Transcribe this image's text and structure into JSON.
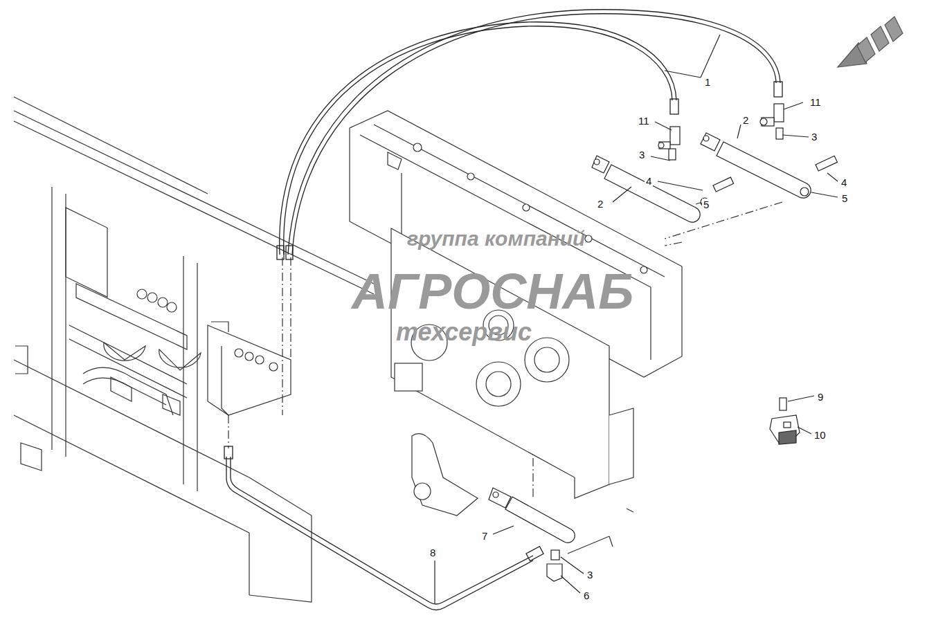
{
  "diagram": {
    "labels": [
      "1",
      "11",
      "11",
      "2",
      "3",
      "3",
      "4",
      "4",
      "2",
      "5",
      "5",
      "9",
      "10",
      "7",
      "3",
      "8",
      "6",
      "группа компаний",
      "АГРОСНАБ",
      "техсервис"
    ]
  }
}
